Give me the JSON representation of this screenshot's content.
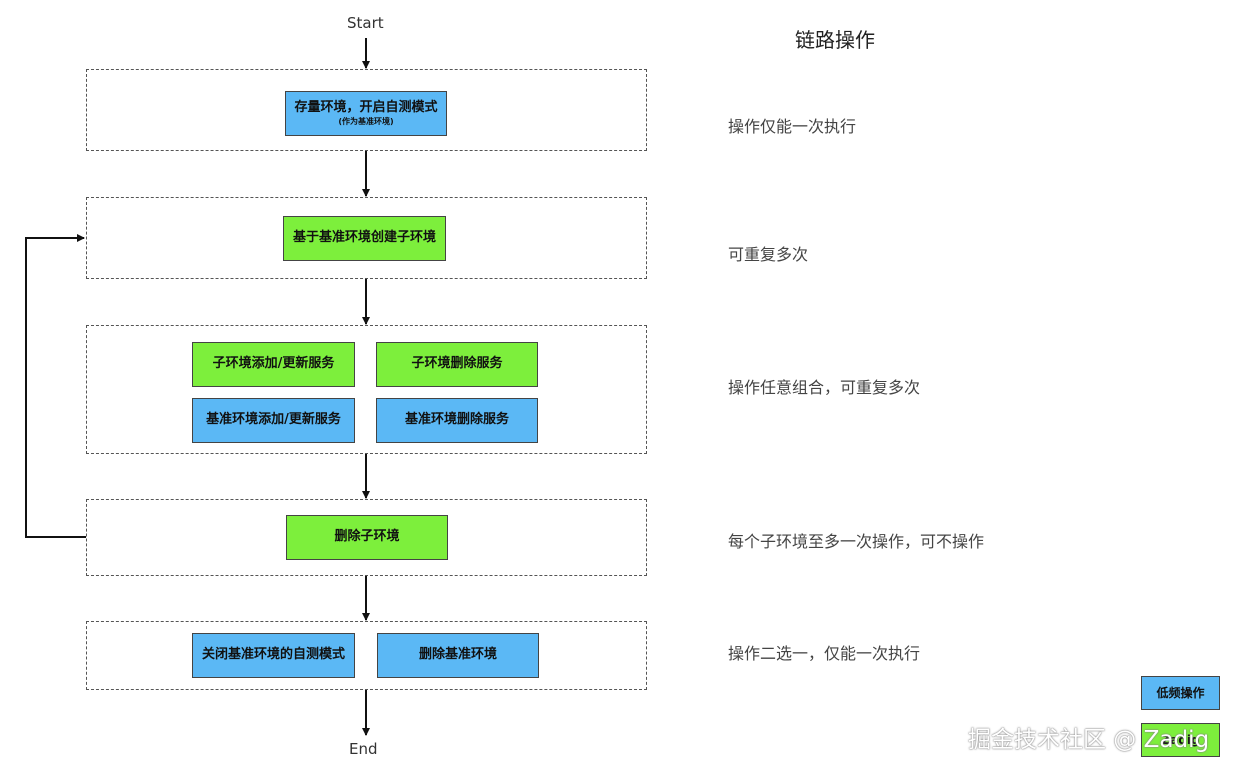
{
  "header": {
    "title": "链路操作"
  },
  "flow": {
    "start": "Start",
    "end": "End",
    "steps": [
      {
        "note": "操作仅能一次执行",
        "boxes": [
          {
            "label": "存量环境，开启自测模式",
            "sub": "(作为基准环境)",
            "color": "blue"
          }
        ]
      },
      {
        "note": "可重复多次",
        "boxes": [
          {
            "label": "基于基准环境创建子环境",
            "color": "green"
          }
        ]
      },
      {
        "note": "操作任意组合，可重复多次",
        "boxes": [
          {
            "label": "子环境添加/更新服务",
            "color": "green"
          },
          {
            "label": "子环境删除服务",
            "color": "green"
          },
          {
            "label": "基准环境添加/更新服务",
            "color": "blue"
          },
          {
            "label": "基准环境删除服务",
            "color": "blue"
          }
        ]
      },
      {
        "note": "每个子环境至多一次操作，可不操作",
        "boxes": [
          {
            "label": "删除子环境",
            "color": "green"
          }
        ]
      },
      {
        "note": "操作二选一，仅能一次执行",
        "boxes": [
          {
            "label": "关闭基准环境的自测模式",
            "color": "blue"
          },
          {
            "label": "删除基准环境",
            "color": "blue"
          }
        ]
      }
    ]
  },
  "legend": {
    "items": [
      {
        "label": "低频操作",
        "color": "blue"
      },
      {
        "label": "Zadig",
        "color": "green"
      }
    ]
  },
  "watermark": "掘金技术社区 @ Zadig",
  "colors": {
    "blue": "#5bb8f5",
    "green": "#7def3c"
  }
}
